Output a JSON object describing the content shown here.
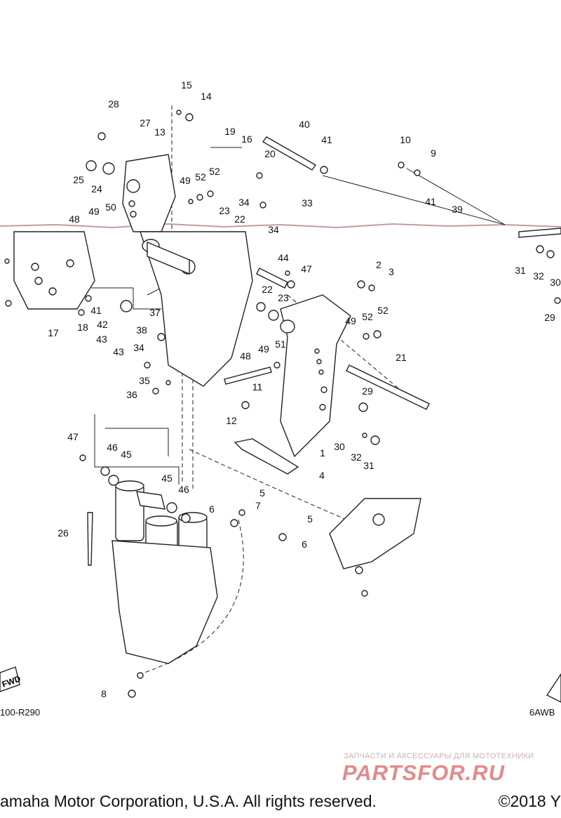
{
  "callouts": [
    "1",
    "2",
    "3",
    "4",
    "5",
    "6",
    "7",
    "8",
    "9",
    "10",
    "11",
    "12",
    "13",
    "14",
    "15",
    "16",
    "17",
    "18",
    "19",
    "20",
    "21",
    "22",
    "23",
    "24",
    "25",
    "26",
    "27",
    "28",
    "29",
    "30",
    "31",
    "32",
    "33",
    "34",
    "35",
    "36",
    "37",
    "38",
    "39",
    "40",
    "41",
    "42",
    "43",
    "44",
    "45",
    "46",
    "47",
    "48",
    "49",
    "50",
    "51",
    "52"
  ],
  "fwd_label": "FWD",
  "figure_code_left": "100-R290",
  "figure_code_right": "6AWB",
  "footer": {
    "copyright_left": "amaha Motor Corporation, U.S.A. All rights reserved.",
    "copyright_right": "©2018 Y"
  },
  "watermark": {
    "subtitle": "ЗАПЧАСТИ И АКСЕССУАРЫ ДЛЯ МОТОТЕХНИКИ",
    "brand": "PARTSFOR.RU",
    "color": "#e38a8a"
  }
}
